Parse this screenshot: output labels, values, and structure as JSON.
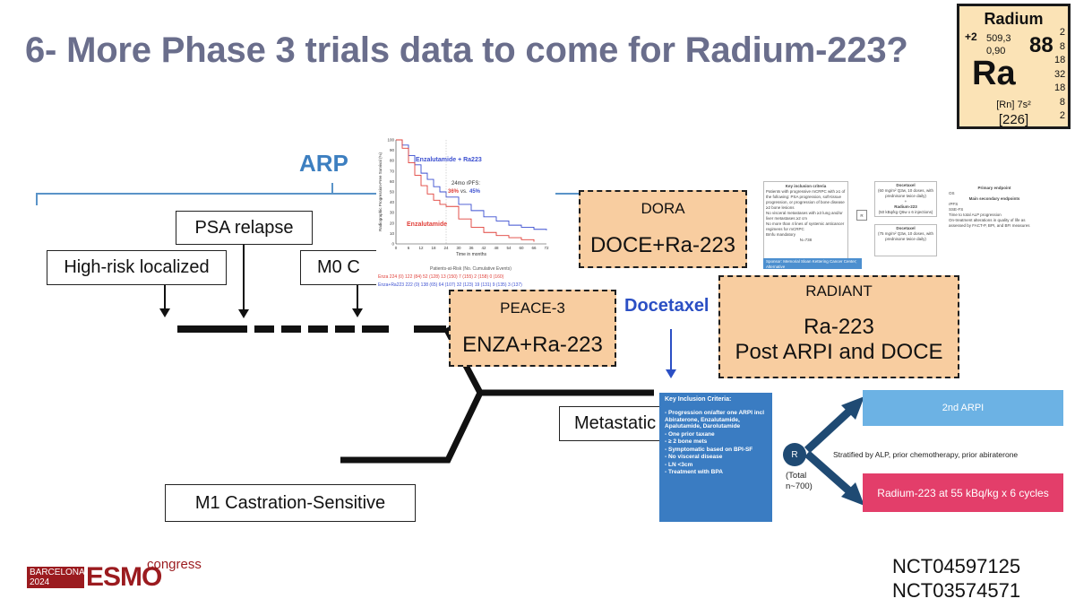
{
  "slide": {
    "title": "6- More Phase 3 trials data to come for Radium-223?"
  },
  "element": {
    "name": "Radium",
    "oxidation": "+2",
    "melting": "509,3",
    "electroneg": "0,90",
    "atomic_number": "88",
    "symbol": "Ra",
    "shells": [
      "2",
      "8",
      "18",
      "32",
      "18",
      "8",
      "2"
    ],
    "config": "[Rn] 7s²",
    "mass": "[226]"
  },
  "timeline": {
    "arpi_label": "ARP",
    "psa_relapse": "PSA relapse",
    "high_risk": "High-risk localized",
    "m0": "M0 C",
    "metastatic": "Metastatic",
    "m1": "M1 Castration-Sensitive",
    "docetaxel": "Docetaxel"
  },
  "trials": {
    "dora": {
      "name": "DORA",
      "regimen": "DOCE+Ra-223"
    },
    "peace3": {
      "name": "PEACE-3",
      "regimen": "ENZA+Ra-223"
    },
    "radiant": {
      "name": "RADIANT",
      "line1": "Ra-223",
      "line2": "Post ARPI and DOCE"
    }
  },
  "km": {
    "series_top": "Enzalutamide + Ra223",
    "series_bottom": "Enzalutamide",
    "annot_line1": "24mo rPFS:",
    "annot_pct_a": "36%",
    "annot_vs": "vs.",
    "annot_pct_b": "45%",
    "ylabel": "Radiographic Progression-Free Survival (%)",
    "xlabel": "Time in months",
    "y_ticks": [
      "100",
      "90",
      "80",
      "70",
      "60",
      "50",
      "40",
      "30",
      "20",
      "10",
      "0"
    ],
    "x_ticks": [
      "0",
      "6",
      "12",
      "18",
      "24",
      "30",
      "36",
      "42",
      "48",
      "54",
      "60",
      "66",
      "72"
    ],
    "risk_title": "Patients-at-Risk (No. Cumulative Events)",
    "risk_row1": "Enza   224 (0)   122 (84)   52 (128)   13 (150)   7 (155)   2 (158)   0 (160)",
    "risk_row2": "Enza+Ra223   222 (0)   138 (65)   64 (107)   32 (123)   19 (131)   9 (135)   3 (137)"
  },
  "dora_doc": {
    "criteria_title": "Key inclusion criteria",
    "criteria": [
      "Patients with progressive mCRPC with ≥1 of the following: PSA progression, soft-tissue progression, or progression of bone disease",
      "≥2 bone lesions",
      "No visceral metastases with ≥3 lung and/or liver metastases ≥2 cm",
      "No more than 4 lines of systemic anticancer regimens for mCRPC",
      "Bmfu mandatory",
      "N=738"
    ],
    "r": "R",
    "arm1_title": "Docetaxel",
    "arm1_text": "(60 mg/m² Q3w, 10 doses, with prednisone twice daily)",
    "arm1_plus": "+",
    "arm1_ra": "Radium-223",
    "arm1_ra_text": "(50 kBq/kg Q6w x 6 injections)",
    "arm2_title": "Docetaxel",
    "arm2_text": "(75 mg/m² Q3w, 10 doses, with prednisone twice daily)",
    "ep_title": "Primary endpoint",
    "ep_primary": "OS",
    "ep_secondary_title": "Main secondary endpoints",
    "ep_secondary": [
      "rPFS",
      "SSE-FS",
      "Time to total ALP progression",
      "On-treatment alterations in quality of life as assessed by FACT-P, BPI, and BFI measures"
    ],
    "sponsor": "Sponsor: Memorial Sloan Kettering Cancer Center; Alternative"
  },
  "inclusion": {
    "title": "Key Inclusion Criteria:",
    "items": [
      "Progression on/after one ARPI incl Abiraterone, Enzalutamide, Apalutamide, Darolutamide",
      "One  prior taxane",
      "≥ 2 bone mets",
      "Symptomatic based on BPI-SF",
      "No visceral disease",
      "LN <3cm",
      "Treatment with BPA"
    ]
  },
  "randomization": {
    "r": "R",
    "total_line1": "(Total",
    "total_line2": "n~700)",
    "stratified": "Stratified by ALP, prior chemotherapy, prior abiraterone",
    "arm1": "2nd ARPI",
    "arm2": "Radium-223 at 55 kBq/kg x 6 cycles"
  },
  "nct": [
    "NCT04597125",
    "NCT03574571"
  ],
  "logo": {
    "city": "BARCELONA",
    "year": "2024",
    "brand": "ESMO",
    "congress": "congress"
  },
  "colors": {
    "title": "#6a6e8c",
    "orange_box": "#f8cda0",
    "arpi_blue": "#3d7fc0",
    "criteria_blue": "#3a7cc2",
    "arm1": "#6cb2e4",
    "arm2": "#e33e6a",
    "km_blue": "#3b4fd0",
    "km_red": "#e0403a",
    "esmo_red": "#9b1b1f"
  }
}
